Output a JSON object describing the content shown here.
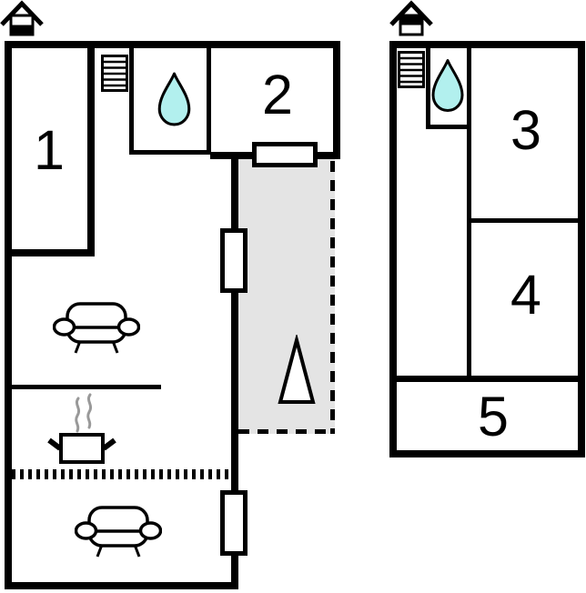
{
  "floorplan": {
    "type": "holiday-home floor plan, two floors",
    "rooms": {
      "room1": "1",
      "room2": "2",
      "room3": "3",
      "room4": "4",
      "room5": "5"
    },
    "colors": {
      "wall": "#000000",
      "background": "#ffffff",
      "terrace": "#e4e4e4",
      "water": "#b2f0ee",
      "steam": "#999999"
    },
    "icons": [
      "house-ground-floor-icon",
      "house-upper-floor-icon",
      "staircase-icon",
      "water-drop-icon",
      "sofa-icon",
      "cooking-pot-icon",
      "steam-icon",
      "terrace-triangle-icon",
      "door-marker",
      "window-marker"
    ]
  }
}
